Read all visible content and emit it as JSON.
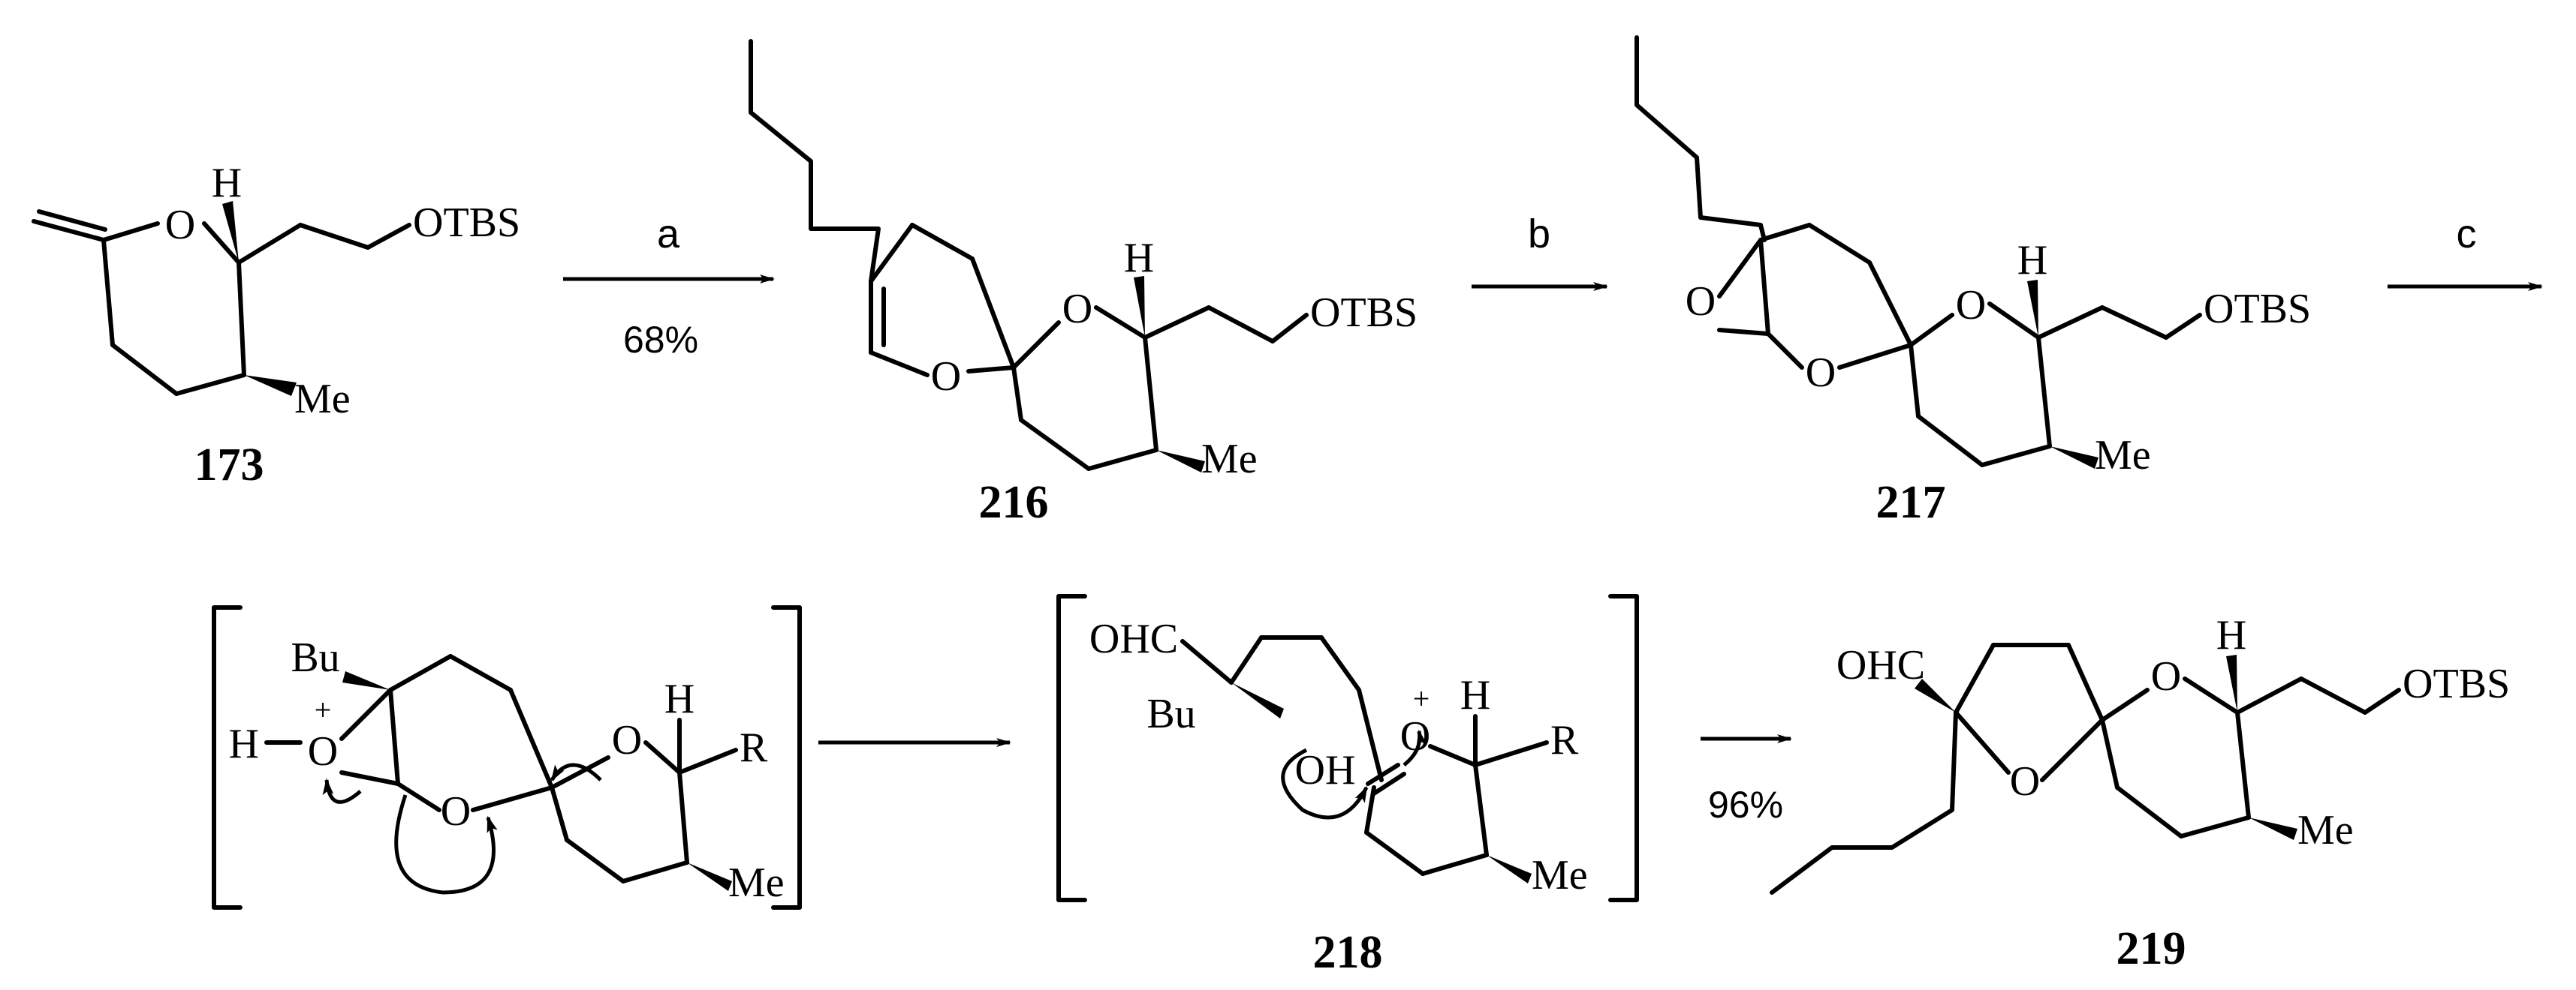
{
  "compounds": {
    "c173": {
      "label": "173"
    },
    "c216": {
      "label": "216"
    },
    "c217": {
      "label": "217"
    },
    "c218": {
      "label": "218"
    },
    "c219": {
      "label": "219"
    }
  },
  "atoms": {
    "O": "O",
    "H": "H",
    "OTBS": "OTBS",
    "Me": "Me",
    "Bu": "Bu",
    "OHC": "OHC",
    "OH": "OH",
    "R": "R",
    "plus": "+",
    "H_O": "H–"
  },
  "steps": {
    "a": {
      "reagent": "a",
      "yield": "68%"
    },
    "b": {
      "reagent": "b"
    },
    "c": {
      "reagent": "c"
    },
    "final": {
      "yield": "96%"
    }
  }
}
